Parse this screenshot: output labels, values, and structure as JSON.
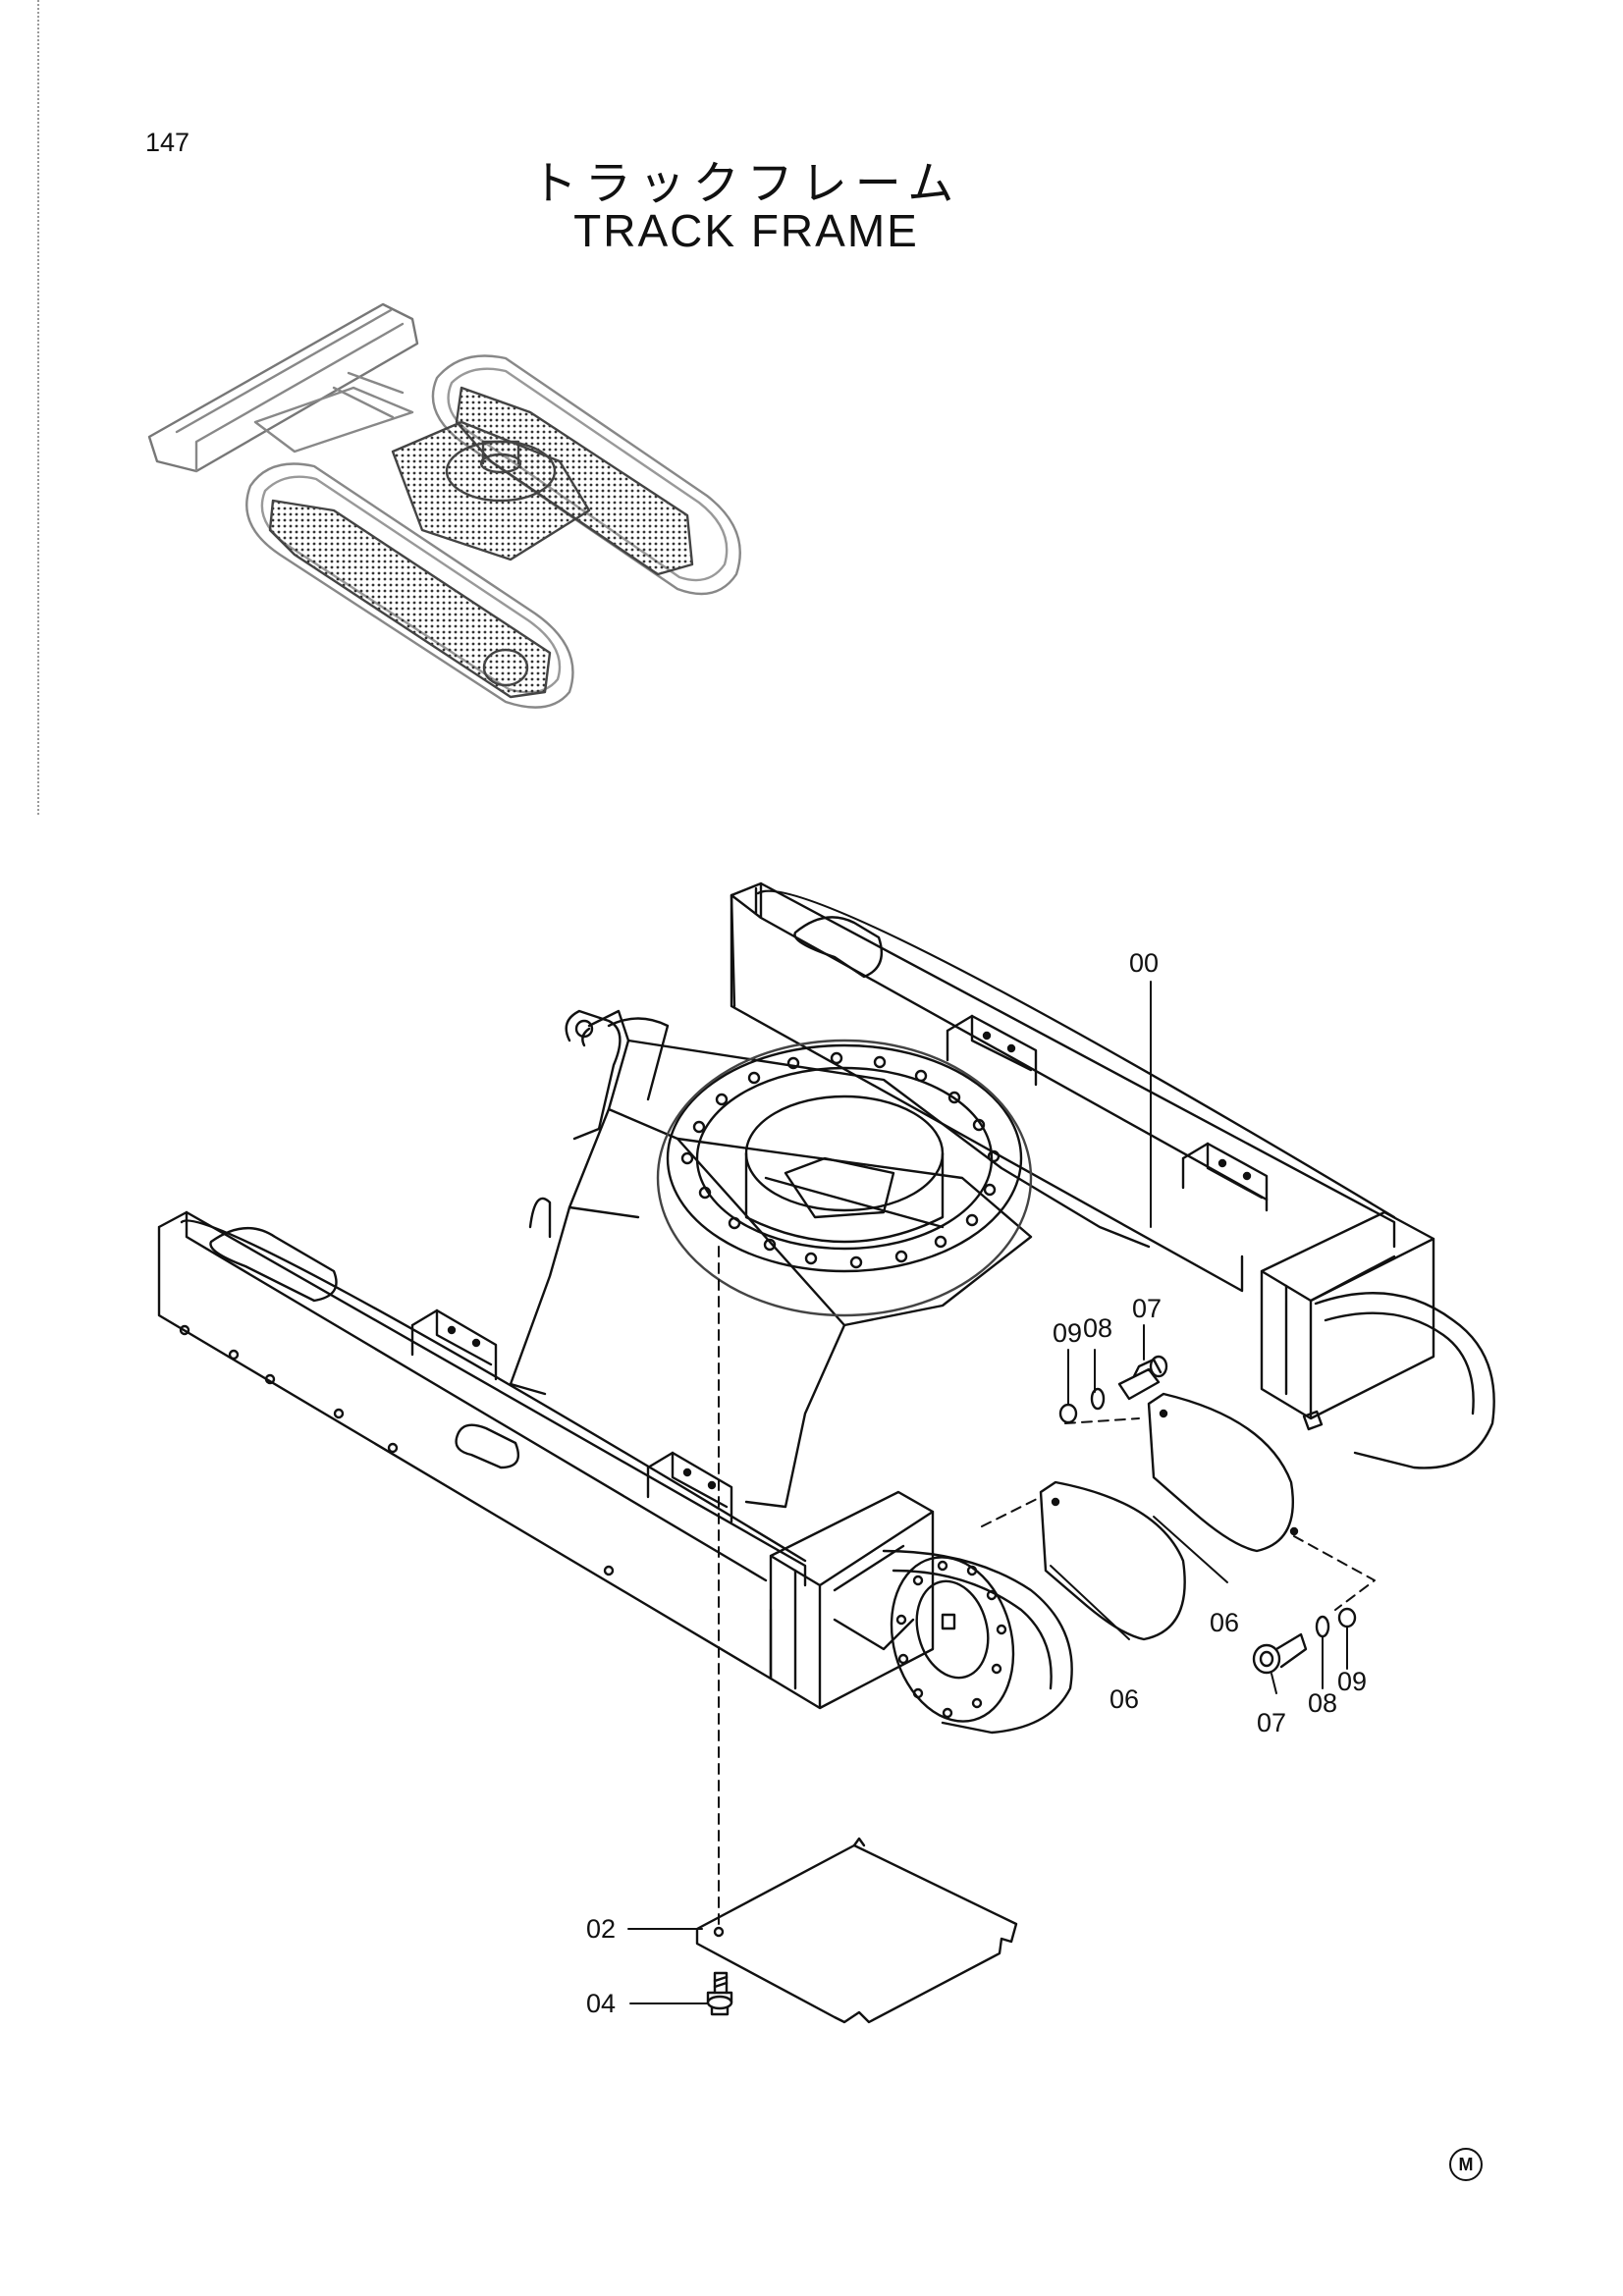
{
  "page": {
    "number": "147",
    "title_ja": "トラックフレーム",
    "title_en": "TRACK FRAME",
    "corner_mark": "M"
  },
  "callouts": [
    {
      "id": "c00",
      "text": "00"
    },
    {
      "id": "c07a",
      "text": "07"
    },
    {
      "id": "c09a",
      "text": "09"
    },
    {
      "id": "c08a",
      "text": "08"
    },
    {
      "id": "c06a",
      "text": "06"
    },
    {
      "id": "c06b",
      "text": "06"
    },
    {
      "id": "c07b",
      "text": "07"
    },
    {
      "id": "c08b",
      "text": "08"
    },
    {
      "id": "c09b",
      "text": "09"
    },
    {
      "id": "c02",
      "text": "02"
    },
    {
      "id": "c04",
      "text": "04"
    }
  ]
}
